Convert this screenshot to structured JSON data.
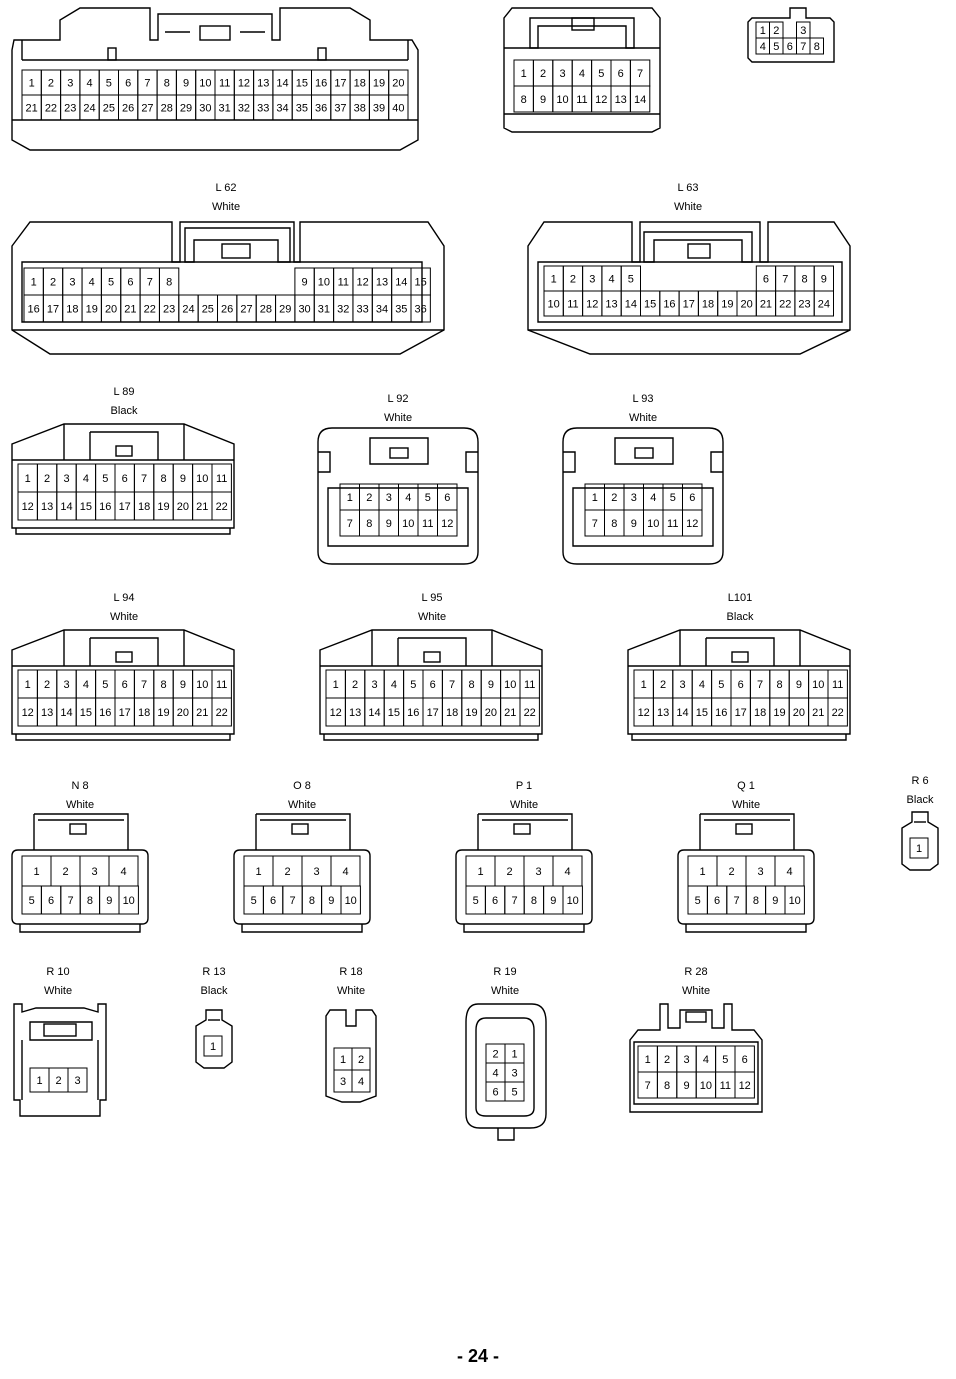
{
  "page_number": "- 24 -",
  "connectors": [
    {
      "id": "top-left",
      "name": "",
      "color": "",
      "rows": [
        [
          1,
          2,
          3,
          4,
          5,
          6,
          7,
          8,
          9,
          10,
          11,
          12,
          13,
          14,
          15,
          16,
          17,
          18,
          19,
          20
        ],
        [
          21,
          22,
          23,
          24,
          25,
          26,
          27,
          28,
          29,
          30,
          31,
          32,
          33,
          34,
          35,
          36,
          37,
          38,
          39,
          40
        ]
      ]
    },
    {
      "id": "top-mid",
      "name": "",
      "color": "",
      "rows": [
        [
          1,
          2,
          3,
          4,
          5,
          6,
          7
        ],
        [
          8,
          9,
          10,
          11,
          12,
          13,
          14
        ]
      ]
    },
    {
      "id": "top-right",
      "name": "",
      "color": "",
      "rows": [
        [
          1,
          2,
          null,
          3
        ],
        [
          4,
          5,
          6,
          7,
          8
        ]
      ]
    },
    {
      "id": "L62",
      "name": "L 62",
      "color": "White",
      "rows": [
        [
          1,
          2,
          3,
          4,
          5,
          6,
          7,
          8,
          null,
          null,
          null,
          null,
          null,
          null,
          9,
          10,
          11,
          12,
          13,
          14,
          15
        ],
        [
          16,
          17,
          18,
          19,
          20,
          21,
          22,
          23,
          24,
          25,
          26,
          27,
          28,
          29,
          30,
          31,
          32,
          33,
          34,
          35,
          36
        ]
      ]
    },
    {
      "id": "L63",
      "name": "L 63",
      "color": "White",
      "rows": [
        [
          1,
          2,
          3,
          4,
          5,
          null,
          null,
          null,
          null,
          null,
          null,
          6,
          7,
          8,
          9
        ],
        [
          10,
          11,
          12,
          13,
          14,
          15,
          16,
          17,
          18,
          19,
          20,
          21,
          22,
          23,
          24
        ]
      ]
    },
    {
      "id": "L89",
      "name": "L 89",
      "color": "Black",
      "rows": [
        [
          1,
          2,
          3,
          4,
          5,
          6,
          7,
          8,
          9,
          10,
          11
        ],
        [
          12,
          13,
          14,
          15,
          16,
          17,
          18,
          19,
          20,
          21,
          22
        ]
      ]
    },
    {
      "id": "L92",
      "name": "L 92",
      "color": "White",
      "rows": [
        [
          1,
          2,
          3,
          4,
          5,
          6
        ],
        [
          7,
          8,
          9,
          10,
          11,
          12
        ]
      ]
    },
    {
      "id": "L93",
      "name": "L 93",
      "color": "White",
      "rows": [
        [
          1,
          2,
          3,
          4,
          5,
          6
        ],
        [
          7,
          8,
          9,
          10,
          11,
          12
        ]
      ]
    },
    {
      "id": "L94",
      "name": "L 94",
      "color": "White",
      "rows": [
        [
          1,
          2,
          3,
          4,
          5,
          6,
          7,
          8,
          9,
          10,
          11
        ],
        [
          12,
          13,
          14,
          15,
          16,
          17,
          18,
          19,
          20,
          21,
          22
        ]
      ]
    },
    {
      "id": "L95",
      "name": "L 95",
      "color": "White",
      "rows": [
        [
          1,
          2,
          3,
          4,
          5,
          6,
          7,
          8,
          9,
          10,
          11
        ],
        [
          12,
          13,
          14,
          15,
          16,
          17,
          18,
          19,
          20,
          21,
          22
        ]
      ]
    },
    {
      "id": "L101",
      "name": "L101",
      "color": "Black",
      "rows": [
        [
          1,
          2,
          3,
          4,
          5,
          6,
          7,
          8,
          9,
          10,
          11
        ],
        [
          12,
          13,
          14,
          15,
          16,
          17,
          18,
          19,
          20,
          21,
          22
        ]
      ]
    },
    {
      "id": "N8",
      "name": "N 8",
      "color": "White",
      "rows": [
        [
          1,
          2,
          3,
          4
        ],
        [
          5,
          6,
          7,
          8,
          9,
          10
        ]
      ]
    },
    {
      "id": "O8",
      "name": "O 8",
      "color": "White",
      "rows": [
        [
          1,
          2,
          3,
          4
        ],
        [
          5,
          6,
          7,
          8,
          9,
          10
        ]
      ]
    },
    {
      "id": "P1",
      "name": "P 1",
      "color": "White",
      "rows": [
        [
          1,
          2,
          3,
          4
        ],
        [
          5,
          6,
          7,
          8,
          9,
          10
        ]
      ]
    },
    {
      "id": "Q1",
      "name": "Q 1",
      "color": "White",
      "rows": [
        [
          1,
          2,
          3,
          4
        ],
        [
          5,
          6,
          7,
          8,
          9,
          10
        ]
      ]
    },
    {
      "id": "R6",
      "name": "R 6",
      "color": "Black",
      "rows": [
        [
          1
        ]
      ]
    },
    {
      "id": "R10",
      "name": "R 10",
      "color": "White",
      "rows": [
        [
          1,
          2,
          3
        ]
      ]
    },
    {
      "id": "R13",
      "name": "R 13",
      "color": "Black",
      "rows": [
        [
          1
        ]
      ]
    },
    {
      "id": "R18",
      "name": "R 18",
      "color": "White",
      "rows": [
        [
          1,
          2
        ],
        [
          3,
          4
        ]
      ]
    },
    {
      "id": "R19",
      "name": "R 19",
      "color": "White",
      "rows": [
        [
          2,
          1
        ],
        [
          4,
          3
        ],
        [
          6,
          5
        ]
      ]
    },
    {
      "id": "R28",
      "name": "R 28",
      "color": "White",
      "rows": [
        [
          1,
          2,
          3,
          4,
          5,
          6
        ],
        [
          7,
          8,
          9,
          10,
          11,
          12
        ]
      ]
    }
  ]
}
